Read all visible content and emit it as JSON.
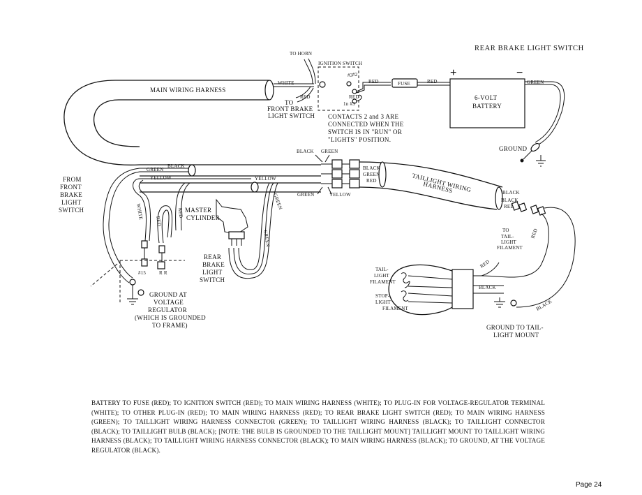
{
  "title": "REAR BRAKE LIGHT SWITCH",
  "labels": {
    "to_horn": "TO HORN",
    "ignition_switch": "IGNITION SWITCH",
    "main_wiring_harness": "MAIN WIRING HARNESS",
    "white": "WHITE",
    "red": "RED",
    "to_front_brake_1": "TO",
    "to_front_brake_2": "FRONT BRAKE",
    "to_front_brake_3": "LIGHT SWITCH",
    "contact_3": "#3",
    "contact_2": "#2",
    "contact_1": "1n #3",
    "fuse": "FUSE",
    "plus": "+",
    "minus": "−",
    "battery_1": "6-VOLT",
    "battery_2": "BATTERY",
    "green": "GREEN",
    "contacts_1": "CONTACTS 2 and 3 ARE",
    "contacts_2": "CONNECTED WHEN THE",
    "contacts_3": "SWITCH IS IN \"RUN\" OR",
    "contacts_4": "\"LIGHTS\" POSITION.",
    "ground": "GROUND",
    "black": "BLACK",
    "yellow": "YELLOW",
    "taillight_harness_1": "TAILLIGHT WIRING",
    "taillight_harness_2": "HARNESS",
    "from_front_1": "FROM",
    "from_front_2": "FRONT",
    "from_front_3": "BRAKE",
    "from_front_4": "LIGHT",
    "from_front_5": "SWITCH",
    "master_1": "MASTER",
    "master_2": "CYLINDER",
    "rear_switch_1": "REAR",
    "rear_switch_2": "BRAKE",
    "rear_switch_3": "LIGHT",
    "rear_switch_4": "SWITCH",
    "term_15": "#15",
    "term_r": "R R",
    "ground_reg_1": "GROUND AT",
    "ground_reg_2": "VOLTAGE",
    "ground_reg_3": "REGULATOR",
    "ground_reg_4": "(WHICH IS GROUNDED",
    "ground_reg_5": "TO FRAME)",
    "to_tail_1": "TO",
    "to_tail_2": "TAIL-",
    "to_tail_3": "LIGHT",
    "to_tail_4": "FILAMENT",
    "tail_fil_1": "TAIL-",
    "tail_fil_2": "LIGHT",
    "tail_fil_3": "FILAMENT",
    "stop_fil_1": "STOP-",
    "stop_fil_2": "LIGHT",
    "stop_fil_3": "FILAMENT",
    "ground_tail_1": "GROUND TO TAIL-",
    "ground_tail_2": "LIGHT MOUNT"
  },
  "caption": "BATTERY TO FUSE (RED); TO IGNITION SWITCH (RED); TO MAIN WIRING HARNESS (WHITE); TO PLUG-IN FOR VOLTAGE-REGULATOR TERMINAL (WHITE); TO OTHER PLUG-IN (RED); TO MAIN WIRING HARNESS (RED); TO REAR BRAKE LIGHT SWITCH (RED); TO MAIN WIRING HARNESS (GREEN); TO TAILLIGHT WIRING HARNESS CONNECTOR (GREEN); TO TAILLIGHT WIRING HARNESS (BLACK); TO TAILLIGHT CONNECTOR (BLACK); TO TAILLIGHT BULB (BLACK); [NOTE: THE BULB IS GROUNDED TO THE TAILLIGHT MOUNT] TAILLIGHT MOUNT TO TAILLIGHT WIRING HARNESS (BLACK); TO TAILLIGHT WIRING HARNESS CONNECTOR (BLACK); TO MAIN WIRING HARNESS (BLACK); TO GROUND, AT THE VOLTAGE REGULATOR (BLACK).",
  "page_number": "Page 24"
}
